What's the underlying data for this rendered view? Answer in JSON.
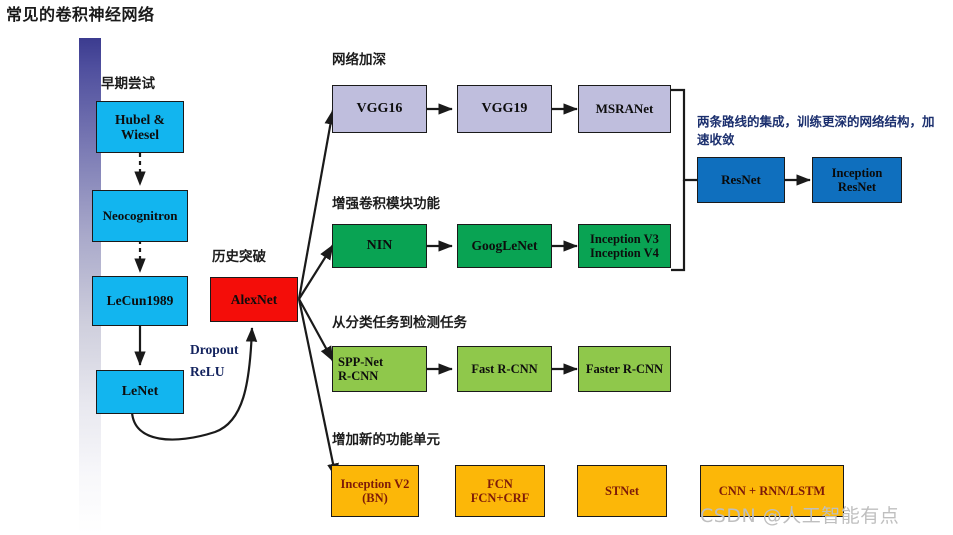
{
  "title": "常见的卷积神经网络",
  "watermark": "CSDN @人工智能有点",
  "captions": {
    "early": "早期尝试",
    "breakthrough": "历史突破",
    "deeper": "网络加深",
    "conv_module": "增强卷积模块功能",
    "detection": "从分类任务到检测任务",
    "new_units": "增加新的功能单元"
  },
  "annotations": {
    "dropout": "Dropout",
    "relu": "ReLU",
    "resnet_note": "两条路线的集成，训练更深的网络结构，加速收敛"
  },
  "colors": {
    "cyan": "#12b5ef",
    "red": "#f40d09",
    "lavender": "#bfbedd",
    "green": "#09a353",
    "light_green": "#8fc84b",
    "orange": "#fcb708",
    "blue": "#0f6fbe",
    "line": "#1a1a1a",
    "note_blue": "#1b2f6e",
    "watermark": "#bfbfbf"
  },
  "nodes": {
    "hubel": {
      "line1": "Hubel &",
      "line2": "Wiesel"
    },
    "neocog": {
      "line1": "Neocognitron"
    },
    "lecun1989": {
      "line1": "LeCun1989"
    },
    "lenet": {
      "line1": "LeNet"
    },
    "alexnet": {
      "line1": "AlexNet"
    },
    "vgg16": {
      "line1": "VGG16"
    },
    "vgg19": {
      "line1": "VGG19"
    },
    "msranet": {
      "line1": "MSRANet"
    },
    "nin": {
      "line1": "NIN"
    },
    "googlenet": {
      "line1": "GoogLeNet"
    },
    "inception34": {
      "line1": "Inception V3",
      "line2": "Inception V4"
    },
    "sppnet": {
      "line1": "SPP-Net",
      "line2": "R-CNN"
    },
    "fastrcnn": {
      "line1": "Fast R-CNN"
    },
    "fasterrcnn": {
      "line1": "Faster R-CNN"
    },
    "inceptionv2": {
      "line1": "Inception V2",
      "line2": "(BN)"
    },
    "fcn": {
      "line1": "FCN",
      "line2": "FCN+CRF"
    },
    "stnet": {
      "line1": "STNet"
    },
    "cnnrnn": {
      "line1": "CNN + RNN/LSTM"
    },
    "resnet": {
      "line1": "ResNet"
    },
    "inceptionresnet": {
      "line1": "Inception",
      "line2": "ResNet"
    }
  }
}
